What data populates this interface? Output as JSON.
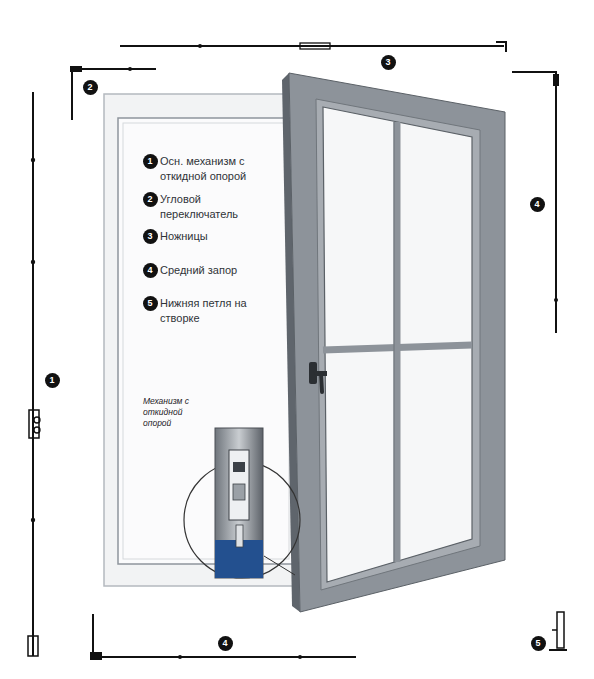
{
  "diagram": {
    "nodes": [
      {
        "text": [
          "2"
        ]
      },
      {
        "text": [
          "3"
        ]
      },
      {
        "text": [
          "4"
        ]
      },
      {
        "text": [
          "1"
        ]
      },
      {
        "text": [
          "2"
        ]
      },
      {
        "text": [
          "3"
        ]
      },
      {
        "text": [
          "4"
        ]
      },
      {
        "text": [
          "5"
        ]
      },
      {
        "text": [
          "1"
        ]
      },
      {
        "text": [
          "4"
        ]
      },
      {
        "text": [
          "5"
        ]
      }
    ],
    "labels": [
      "Осн. механизм с откидной опорой",
      "Угловой переключатель",
      "Ножницы",
      "Средний запор",
      "Нижняя петля на створке",
      "Механизм с откидной опорой"
    ]
  }
}
